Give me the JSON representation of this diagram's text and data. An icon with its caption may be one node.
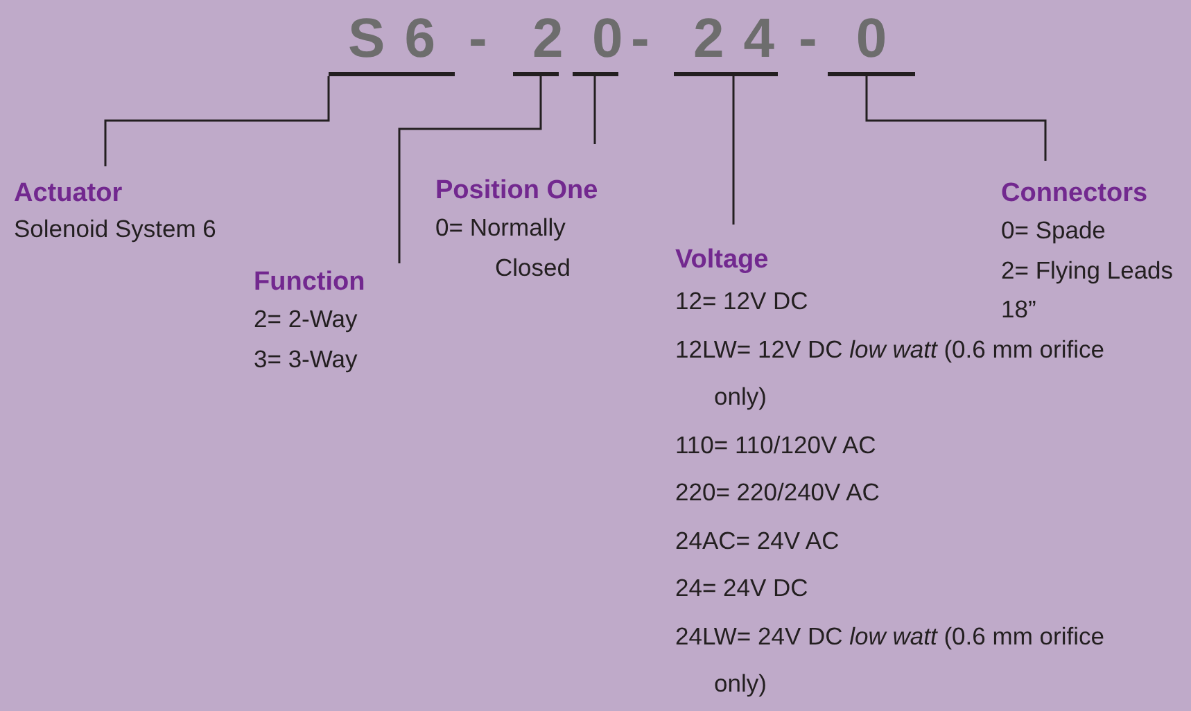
{
  "diagram": {
    "nodes": [
      {
        "text": [
          "S6"
        ]
      },
      {
        "text": [
          "2"
        ]
      },
      {
        "text": [
          "0"
        ]
      },
      {
        "text": [
          "24"
        ]
      },
      {
        "text": [
          "0"
        ]
      },
      {
        "text": [
          "Actuator",
          "Solenoid System 6"
        ]
      },
      {
        "text": [
          "Function",
          "2= 2-Way",
          "3= 3-Way"
        ]
      },
      {
        "text": [
          "Position One",
          "0= Normally Closed"
        ]
      },
      {
        "text": [
          "Voltage",
          "12= 12V DC",
          "12LW= 12V DC *low watt* (0.6 mm orifice only)",
          "110= 110/120V AC",
          "220= 220/240V AC",
          "24AC= 24V AC",
          "24= 24V DC",
          "24LW= 24V DC *low watt* (0.6 mm orifice only)"
        ]
      },
      {
        "text": [
          "Connectors",
          "0= Spade",
          "2= Flying Leads 18”"
        ]
      }
    ],
    "edges": [
      {
        "from": 5,
        "to": 0,
        "arrow": "none"
      },
      {
        "from": 6,
        "to": 1,
        "arrow": "none"
      },
      {
        "from": 7,
        "to": 2,
        "arrow": "none"
      },
      {
        "from": 8,
        "to": 3,
        "arrow": "none"
      },
      {
        "from": 9,
        "to": 4,
        "arrow": "none"
      }
    ],
    "labels": [
      "-",
      "-",
      "-"
    ]
  }
}
